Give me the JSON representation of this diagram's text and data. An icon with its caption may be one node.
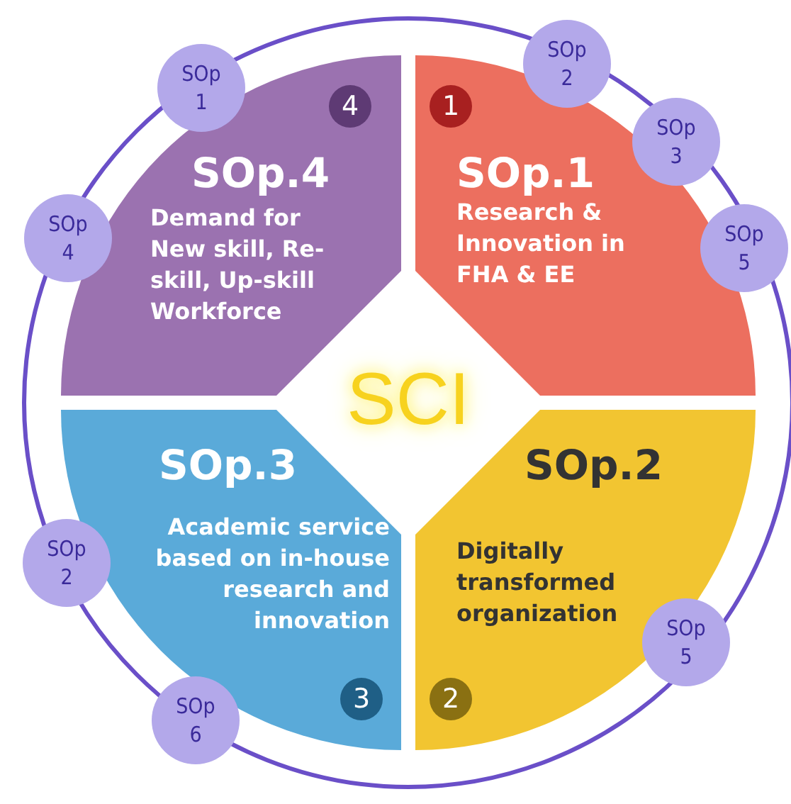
{
  "diagram": {
    "nodes": [
      {
        "text": [
          "4",
          "SOp.4",
          "Demand for New skill, Re-skill, Up-skill Workforce"
        ]
      },
      {
        "text": [
          "1",
          "SOp.1",
          "Research & Innovation in FHA & EE"
        ]
      },
      {
        "text": [
          "SOp.3",
          "Academic service based on in-house research and innovation",
          "3"
        ]
      },
      {
        "text": [
          "SOp.2",
          "Digitally transformed organization",
          "2"
        ]
      },
      {
        "text": [
          "SOp 1"
        ]
      },
      {
        "text": [
          "SOp 2"
        ]
      },
      {
        "text": [
          "SOp 3"
        ]
      },
      {
        "text": [
          "SOp 4"
        ]
      },
      {
        "text": [
          "SOp 5"
        ]
      },
      {
        "text": [
          "SOp 2"
        ]
      },
      {
        "text": [
          "SOp 5"
        ]
      },
      {
        "text": [
          "SOp 6"
        ]
      }
    ],
    "edges": [],
    "labels": [
      "SCI"
    ]
  }
}
